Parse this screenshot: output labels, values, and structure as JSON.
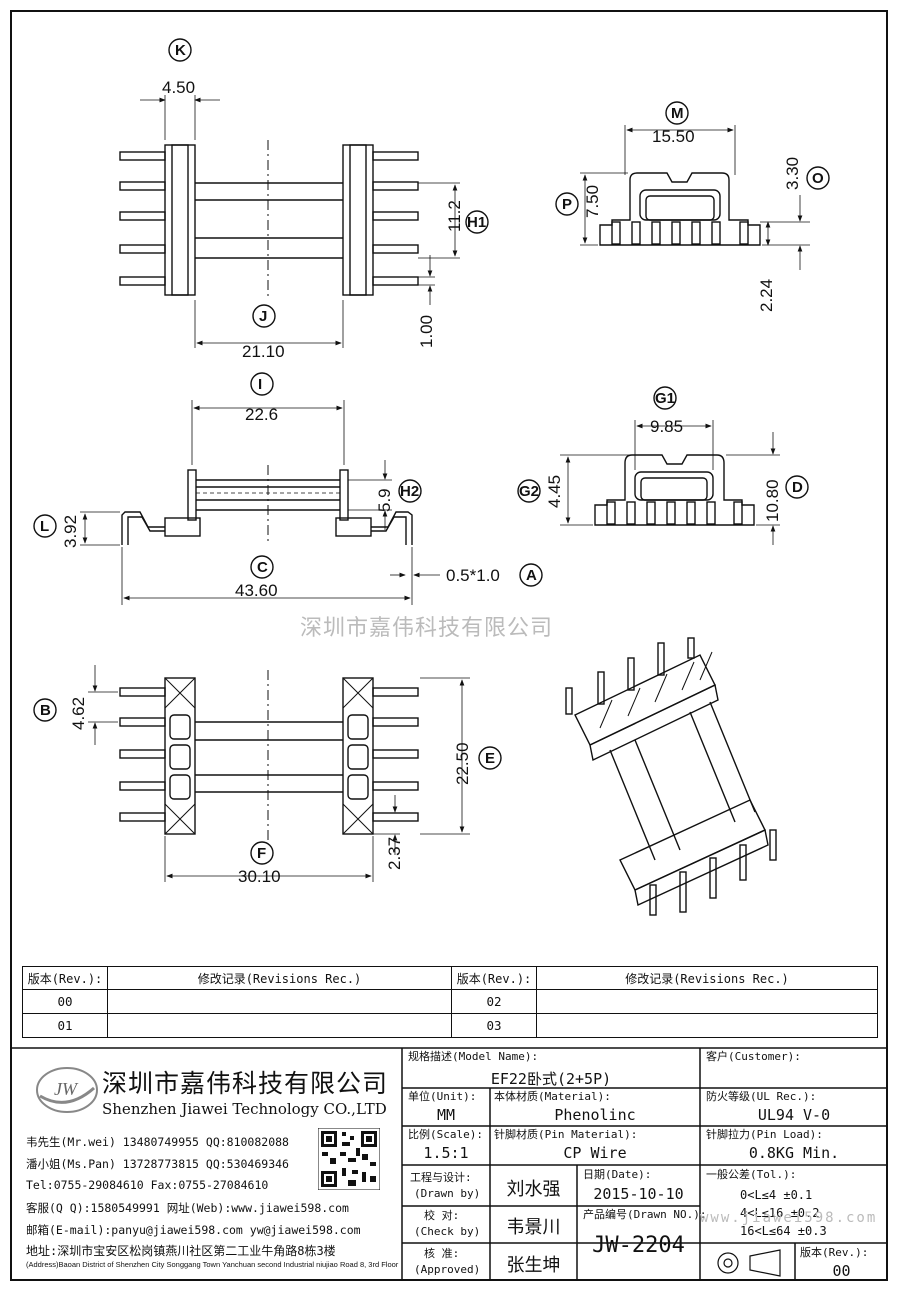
{
  "watermark": "深圳市嘉伟科技有限公司",
  "url_watermark": "www.jiawei598.com",
  "dims": {
    "K": "4.50",
    "J": "21.10",
    "H1": "11.2",
    "h1_small": "1.00",
    "M": "15.50",
    "P": "7.50",
    "O": "3.30",
    "o_small": "2.24",
    "I": "22.6",
    "H2": "5.9",
    "L": "3.92",
    "C": "43.60",
    "A": "0.5*1.0",
    "G1": "9.85",
    "G2": "4.45",
    "D": "10.80",
    "B": "4.62",
    "E": "22.50",
    "F": "30.10",
    "e_small": "2.37"
  },
  "bubbles": {
    "K": "K",
    "J": "J",
    "H1": "H1",
    "M": "M",
    "P": "P",
    "O": "O",
    "I": "I",
    "H2": "H2",
    "L": "L",
    "C": "C",
    "A": "A",
    "G1": "G1",
    "G2": "G2",
    "D": "D",
    "B": "B",
    "E": "E",
    "F": "F"
  },
  "revisions": {
    "rev_header": "版本(Rev.):",
    "rec_header": "修改记录(Revisions Rec.)",
    "left_revs": [
      "00",
      "01"
    ],
    "right_revs": [
      "02",
      "03"
    ]
  },
  "company": {
    "name_cn": "深圳市嘉伟科技有限公司",
    "name_en": "Shenzhen Jiawei Technology CO.,LTD",
    "logo_text": "JW",
    "contact1": "韦先生(Mr.wei) 13480749955 QQ:810082088",
    "contact2": "潘小姐(Ms.Pan) 13728773815 QQ:530469346",
    "tel_fax": "Tel:0755-29084610     Fax:0755-27084610",
    "qq_web": "客服(Q Q):1580549991   网址(Web):www.jiawei598.com",
    "email": "邮箱(E-mail):panyu@jiawei598.com  yw@jiawei598.com",
    "address": "地址:深圳市宝安区松岗镇燕川社区第二工业牛角路8栋3楼",
    "address_en": "(Address)Baoan District of Shenzhen City Songgang Town Yanchuan  second Industrial niujiao Road 8, 3rd Floor"
  },
  "title_block": {
    "model_label": "规格描述(Model Name):",
    "model_value": "EF22卧式(2+5P)",
    "customer_label": "客户(Customer):",
    "unit_label": "单位(Unit):",
    "unit_value": "MM",
    "material_label": "本体材质(Material):",
    "material_value": "Phenolinc",
    "ul_label": "防火等级(UL Rec.):",
    "ul_value": "UL94 V-0",
    "scale_label": "比例(Scale):",
    "scale_value": "1.5:1",
    "pin_mat_label": "针脚材质(Pin Material):",
    "pin_mat_value": "CP Wire",
    "pin_load_label": "针脚拉力(Pin Load):",
    "pin_load_value": "0.8KG Min.",
    "drawn_label": "工程与设计:",
    "drawn_label2": "(Drawn by)",
    "drawn_value": "刘水强",
    "date_label": "日期(Date):",
    "date_value": "2015-10-10",
    "tol_label": "一般公差(Tol.):",
    "tol_rows": [
      "0<L≤4     ±0.1",
      "4<L≤16    ±0.2",
      "16<L≤64   ±0.3"
    ],
    "check_label": "校 对:",
    "check_label2": "(Check by)",
    "check_value": "韦景川",
    "drawn_no_label": "产品编号(Drawn NO.):",
    "drawn_no_value": "JW-2204",
    "approved_label": "核 准:",
    "approved_label2": "(Approved)",
    "approved_value": "张生坤",
    "rev_label": "版本(Rev.):",
    "rev_value": "00"
  }
}
